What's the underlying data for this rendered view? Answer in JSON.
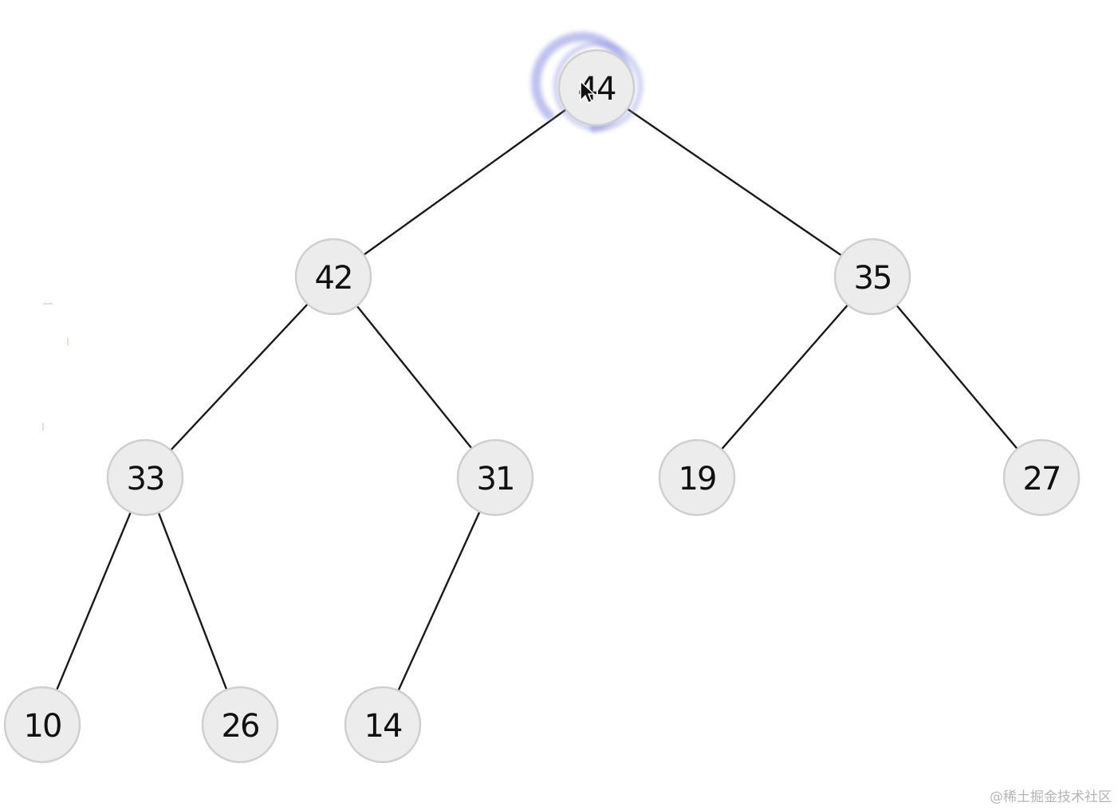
{
  "tree": {
    "nodes": [
      {
        "id": "n44",
        "value": "44",
        "highlighted": true
      },
      {
        "id": "n42",
        "value": "42"
      },
      {
        "id": "n35",
        "value": "35"
      },
      {
        "id": "n33",
        "value": "33"
      },
      {
        "id": "n31",
        "value": "31"
      },
      {
        "id": "n19",
        "value": "19"
      },
      {
        "id": "n27",
        "value": "27"
      },
      {
        "id": "n10",
        "value": "10"
      },
      {
        "id": "n26",
        "value": "26"
      },
      {
        "id": "n14",
        "value": "14"
      }
    ],
    "edges": [
      {
        "from": "n44",
        "to": "n42"
      },
      {
        "from": "n44",
        "to": "n35"
      },
      {
        "from": "n42",
        "to": "n33"
      },
      {
        "from": "n42",
        "to": "n31"
      },
      {
        "from": "n35",
        "to": "n19"
      },
      {
        "from": "n35",
        "to": "n27"
      },
      {
        "from": "n33",
        "to": "n10"
      },
      {
        "from": "n33",
        "to": "n26"
      },
      {
        "from": "n31",
        "to": "n14"
      }
    ]
  },
  "colors": {
    "node_fill": "#ececec",
    "node_stroke": "#cfcfcf",
    "edge": "#1a1a1a",
    "highlight_ring": "#8a8fe0"
  },
  "cursor_icon": "arrow-cursor-icon",
  "watermark": "@稀土掘金技术社区"
}
